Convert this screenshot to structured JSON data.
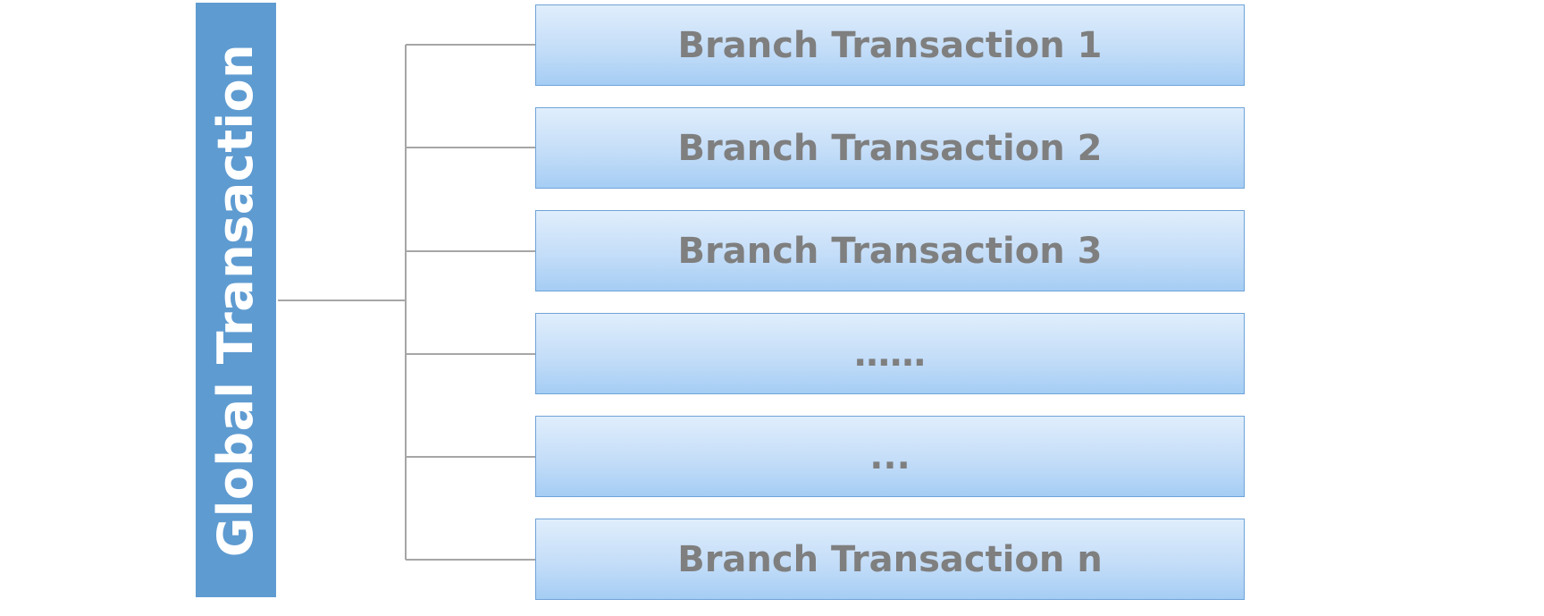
{
  "global": {
    "label": "Global Transaction",
    "color": "#5e9bd1"
  },
  "branches": [
    {
      "label": "Branch Transaction 1"
    },
    {
      "label": "Branch Transaction 2"
    },
    {
      "label": "Branch Transaction 3"
    },
    {
      "label": "……"
    },
    {
      "label": "..."
    },
    {
      "label": "Branch Transaction n"
    }
  ],
  "colors": {
    "branch_border": "#6fa3d8",
    "branch_text": "#7f7f7f",
    "connector": "#a6a6a6"
  }
}
